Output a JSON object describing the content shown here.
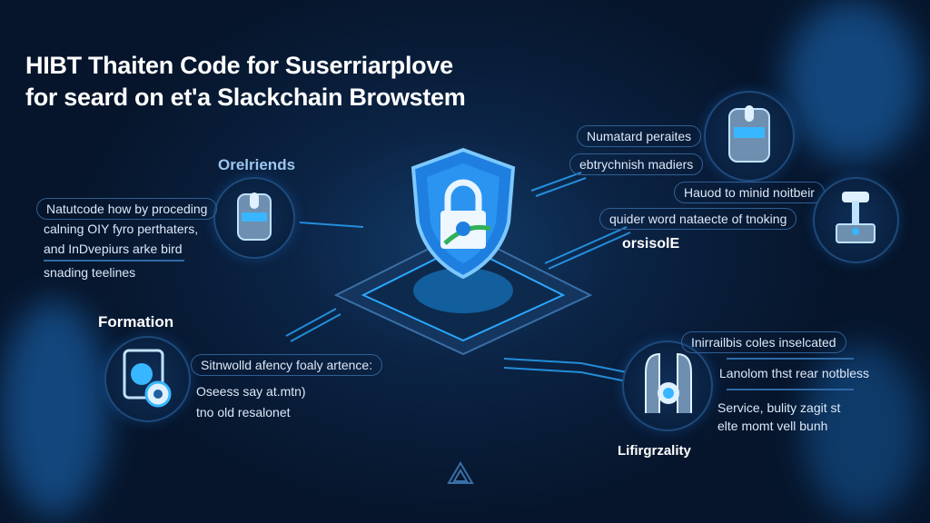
{
  "title": {
    "line1": "HIBT Thaiten Code for Suserriarplove",
    "line2": "for seard on et'a Slackchain Browstem"
  },
  "left_section": {
    "heading": "Orelriends",
    "items": [
      "Natutcode how by proceding",
      "calning OIY fyro perthaters,",
      "and InDvepiurs arke bird",
      "snading teelines"
    ]
  },
  "top_right_section": {
    "items": [
      "Numatard peraites",
      "ebtrychnish madiers",
      "Hauod to minid noitbeir",
      "quider word nataecte of tnoking"
    ],
    "label": "orsisolE"
  },
  "bottom_left_section": {
    "heading": "Formation",
    "items": [
      "Sitnwolld afency foaly artence:",
      "Oseess say at.mtn)",
      "tno old resalonet"
    ]
  },
  "bottom_right_section": {
    "heading": "Lifirgrzality",
    "items": [
      "Inirrailbis coles inselcated",
      "Lanolom thst rear notbless",
      "Service, bulity zagit st",
      "elte momt vell bunh"
    ]
  },
  "colors": {
    "accent": "#2aa8ff",
    "background": "#06152b",
    "shield": "#1f7fe0"
  }
}
